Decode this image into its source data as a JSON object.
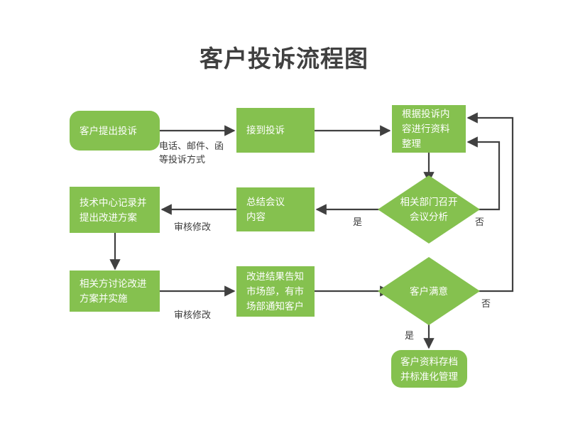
{
  "diagram": {
    "title": "客户投诉流程图",
    "theme": {
      "node_fill": "#85c14f",
      "node_text": "#ffffff",
      "title_color": "#404040",
      "edge_color": "#404040",
      "label_color": "#3b3b3b",
      "background": "#ffffff"
    },
    "nodes": [
      {
        "id": "n1",
        "label": "客户提出投诉",
        "shape": "rounded-rect"
      },
      {
        "id": "n2",
        "label": "接到投诉",
        "shape": "rect"
      },
      {
        "id": "n3",
        "label": "根据投诉内\n容进行资料\n整理",
        "shape": "rect"
      },
      {
        "id": "n4",
        "label": "相关部门召开\n会议分析",
        "shape": "diamond"
      },
      {
        "id": "n5",
        "label": "总结会议\n内容",
        "shape": "rect"
      },
      {
        "id": "n6",
        "label": "技术中心记录并\n提出改进方案",
        "shape": "rect"
      },
      {
        "id": "n7",
        "label": "相关方讨论改进\n方案并实施",
        "shape": "rect"
      },
      {
        "id": "n8",
        "label": "改进结果告知\n市场部，有市\n场部通知客户",
        "shape": "rect"
      },
      {
        "id": "n9",
        "label": "客户满意",
        "shape": "diamond"
      },
      {
        "id": "n10",
        "label": "客户资料存档\n并标准化管理",
        "shape": "rounded-rect"
      }
    ],
    "edge_labels": [
      {
        "id": "e1",
        "text": "电话、邮件、函\n等投诉方式"
      },
      {
        "id": "e2",
        "text": "是"
      },
      {
        "id": "e3",
        "text": "否"
      },
      {
        "id": "e4",
        "text": "审核修改"
      },
      {
        "id": "e5",
        "text": "审核修改"
      },
      {
        "id": "e6",
        "text": "否"
      },
      {
        "id": "e7",
        "text": "是"
      }
    ]
  }
}
